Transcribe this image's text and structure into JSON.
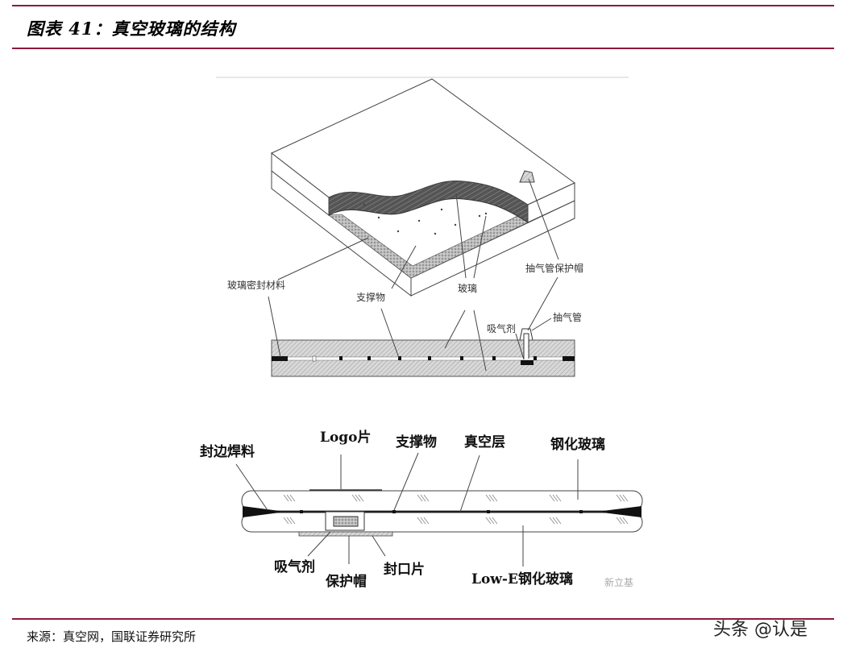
{
  "header": {
    "title": "图表 41：真空玻璃的结构"
  },
  "diagram_top": {
    "labels": {
      "sealant": "玻璃密封材料",
      "support": "支撑物",
      "glass": "玻璃",
      "tube_cap": "抽气管保护帽",
      "tube": "抽气管",
      "getter": "吸气剂"
    }
  },
  "diagram_bottom": {
    "labels": {
      "edge_solder": "封边焊料",
      "logo": "Logo片",
      "support": "支撑物",
      "vacuum_layer": "真空层",
      "tempered_glass": "钢化玻璃",
      "getter": "吸气剂",
      "cap": "保护帽",
      "seal_plate": "封口片",
      "lowe_glass": "Low-E钢化玻璃"
    },
    "watermark": "新立基"
  },
  "footer": {
    "source": "来源：真空网，国联证券研究所",
    "watermark": "头条 @认是"
  },
  "colors": {
    "accent_rule": "#8b1a3a"
  }
}
